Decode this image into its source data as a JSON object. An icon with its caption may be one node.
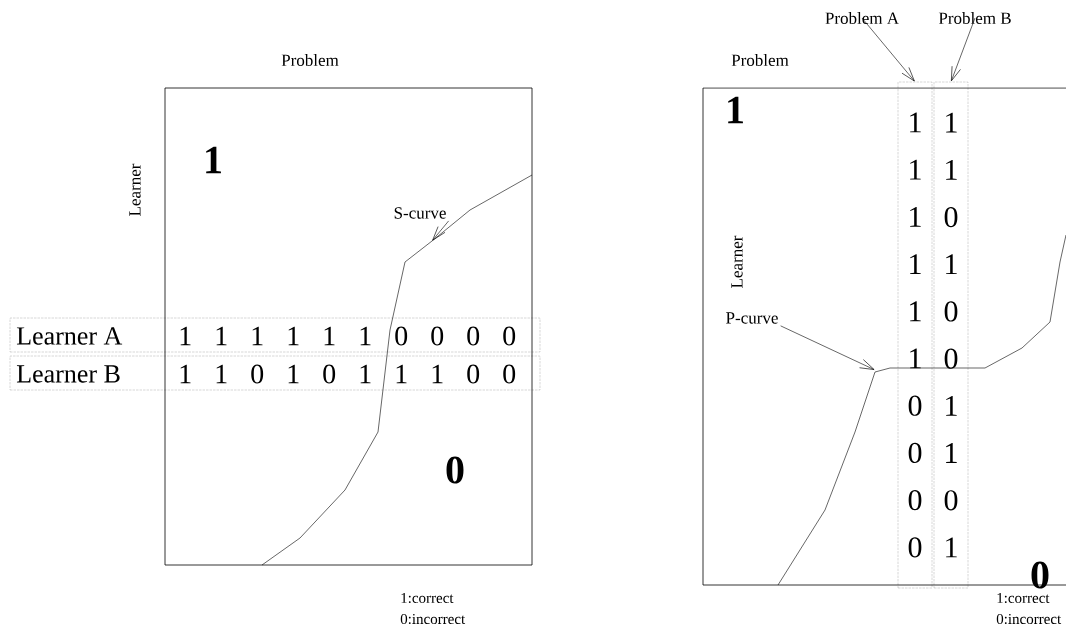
{
  "diagram": {
    "nodes": [
      {
        "text": [
          "Problem",
          "Learner",
          "1",
          "0"
        ]
      },
      {
        "text": [
          "S-curve"
        ],
        "in": 0
      },
      {
        "text": [
          "Learner A",
          "1 1 1 1 1 1 0 0 0 0"
        ]
      },
      {
        "text": [
          "Learner B",
          "1 1 0 1 0 1 1 1 0 0"
        ]
      },
      {
        "text": [
          "Problem A"
        ]
      },
      {
        "text": [
          "Problem B"
        ]
      },
      {
        "text": [
          "Problem",
          "Learner",
          "1",
          "0"
        ]
      },
      {
        "text": [
          "1 1 1 1 1 1 0 0 0 0"
        ],
        "in": 6
      },
      {
        "text": [
          "1 1 0 1 0 0 1 1 0 1"
        ],
        "in": 6
      },
      {
        "text": [
          "P-curve"
        ],
        "in": 6
      }
    ],
    "edges": [
      {
        "from": 1,
        "to": 0,
        "arrow": "to"
      },
      {
        "from": 4,
        "to": 7,
        "arrow": "to"
      },
      {
        "from": 5,
        "to": 8,
        "arrow": "to"
      },
      {
        "from": 9,
        "to": 6,
        "arrow": "to"
      }
    ],
    "labels": [
      "1:correct",
      "0:incorrect",
      "1:correct",
      "0:incorrect"
    ]
  }
}
